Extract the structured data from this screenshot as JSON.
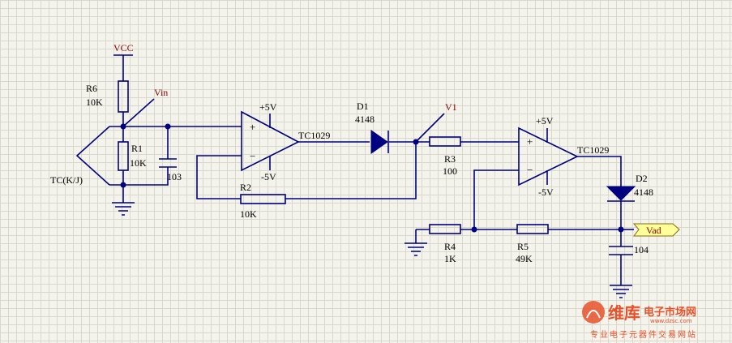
{
  "labels": {
    "vcc": "VCC",
    "r6_ref": "R6",
    "r6_val": "10K",
    "vin": "Vin",
    "r1_ref": "R1",
    "r1_val": "10K",
    "c103": "103",
    "tc": "TC(K/J)",
    "u1_pos": "+5V",
    "u1_neg": "-5V",
    "u1_name": "TC1029",
    "plus": "+",
    "minus": "−",
    "r2_ref": "R2",
    "r2_val": "10K",
    "d1_ref": "D1",
    "d1_val": "4148",
    "v1": "V1",
    "r3_ref": "R3",
    "r3_val": "100",
    "u2_pos": "+5V",
    "u2_neg": "-5V",
    "u2_name": "TC1029",
    "d2_ref": "D2",
    "d2_val": "4148",
    "vad": "Vad",
    "r4_ref": "R4",
    "r4_val": "1K",
    "r5_ref": "R5",
    "r5_val": "49K",
    "c104": "104"
  },
  "watermark": {
    "brand": "维库",
    "sub": "电子市场网",
    "url": "www.dzsc.com",
    "tagline": "专业电子元器件交易网站"
  },
  "colors": {
    "wire": "#000080",
    "net_label": "#8b0000",
    "port_fill": "#ffff99",
    "watermark": "#e8502a"
  }
}
